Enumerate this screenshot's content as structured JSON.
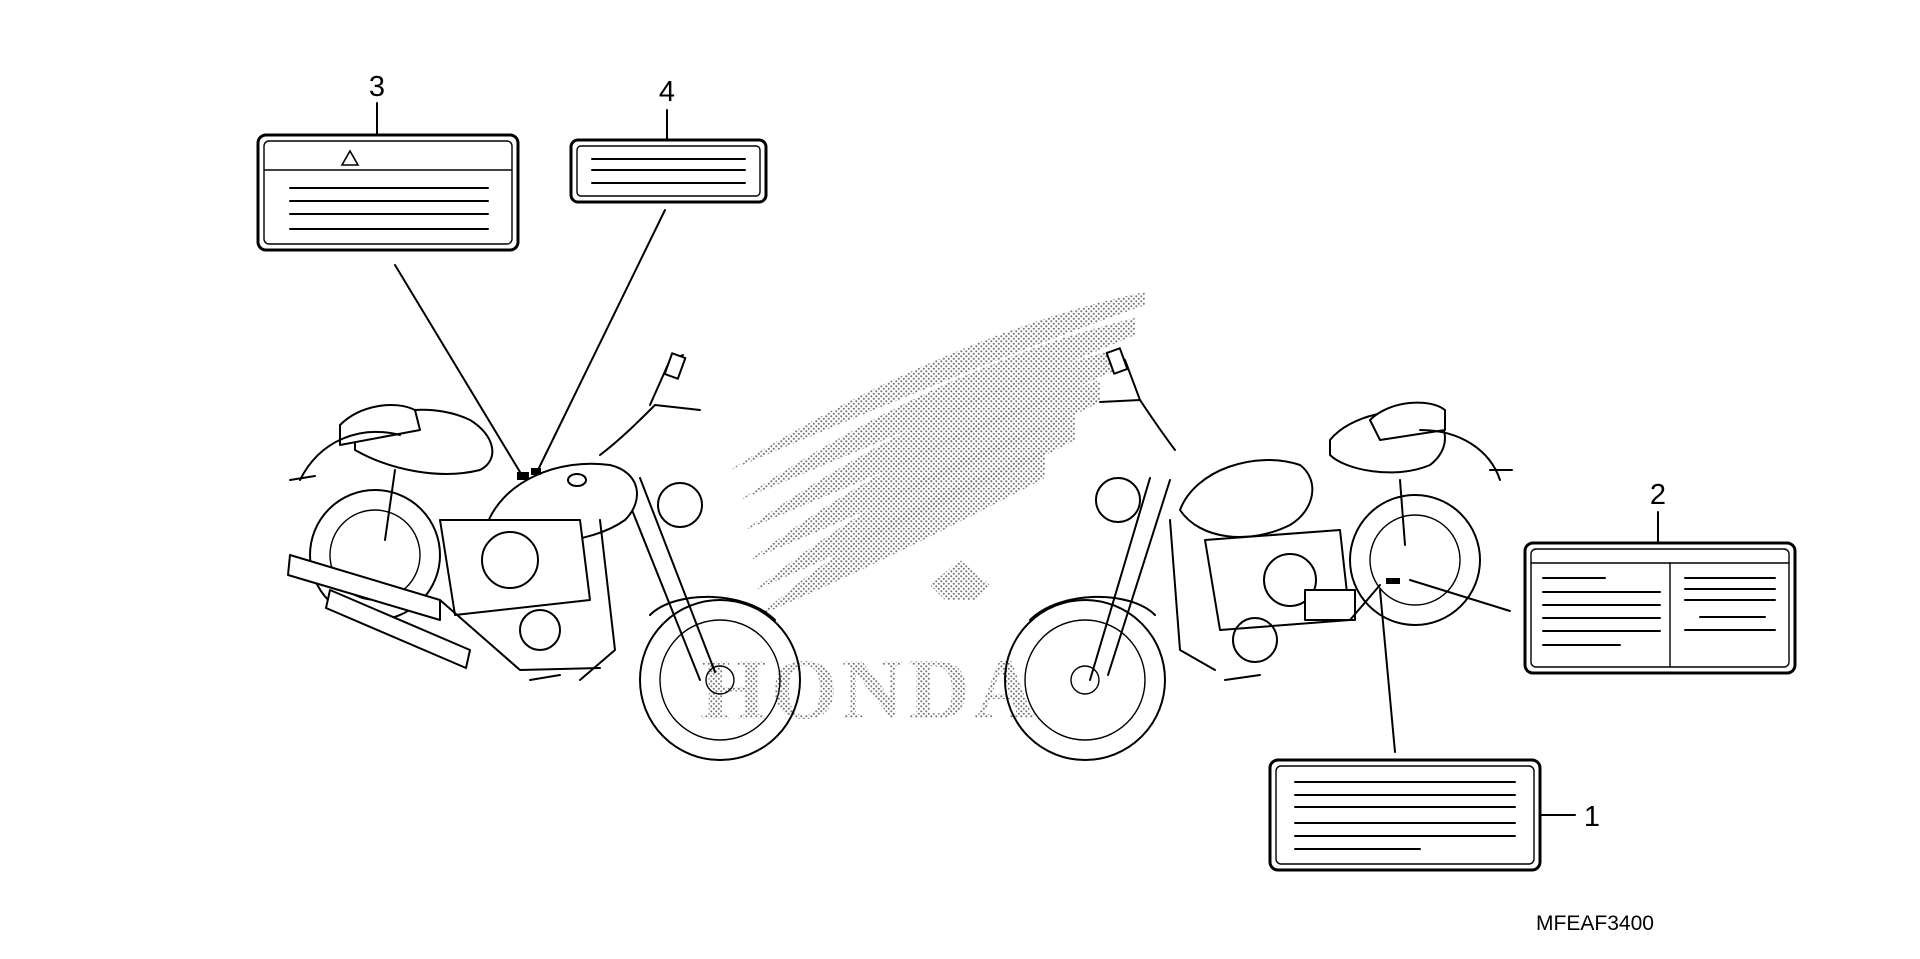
{
  "callouts": {
    "c1": "1",
    "c2": "2",
    "c3": "3",
    "c4": "4"
  },
  "watermark": {
    "text": "HONDA"
  },
  "diagram_code": "MFEAF3400",
  "colors": {
    "ink": "#000000",
    "background": "#ffffff",
    "watermark_dots": "#7a7a7a"
  },
  "icons": {
    "warning_label_symbol": "warning-triangle-icon"
  }
}
